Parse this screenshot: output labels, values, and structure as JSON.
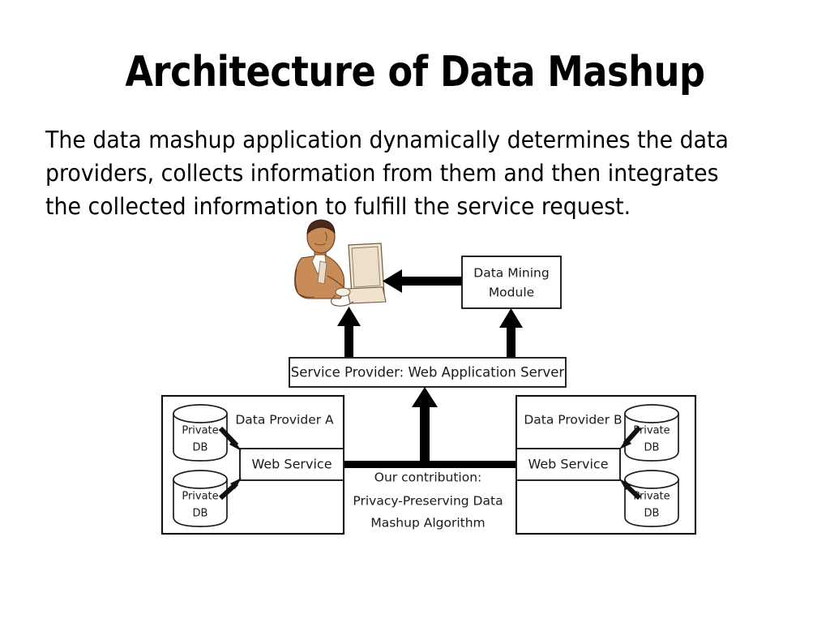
{
  "slide": {
    "title": "Architecture of Data Mashup",
    "body": "The data mashup application dynamically determines the data providers, collects information from them and then integrates the collected information to fulfill the service request.",
    "background_color": "#ffffff",
    "text_color": "#000000"
  },
  "diagram": {
    "name": "data-mashup-architecture",
    "stroke_color": "#1c1c1c",
    "arrow_color": "#000000",
    "actor": {
      "label": "user-at-computer",
      "skin_color": "#c1784a",
      "hair_color": "#4a2a20",
      "monitor_color": "#f2e4cf"
    },
    "data_mining_module": {
      "line1": "Data Mining",
      "line2": "Module"
    },
    "service_provider": {
      "label": "Service Provider: Web Application Server"
    },
    "contribution": {
      "line1": "Our contribution:",
      "line2": "Privacy-Preserving Data",
      "line3": "Mashup Algorithm"
    },
    "providers": [
      {
        "title": "Data Provider A",
        "web_service": "Web Service",
        "databases": [
          {
            "line1": "Private",
            "line2": "DB"
          },
          {
            "line1": "Private",
            "line2": "DB"
          }
        ]
      },
      {
        "title": "Data Provider B",
        "web_service": "Web Service",
        "databases": [
          {
            "line1": "Private",
            "line2": "DB"
          },
          {
            "line1": "Private",
            "line2": "DB"
          }
        ]
      }
    ]
  }
}
